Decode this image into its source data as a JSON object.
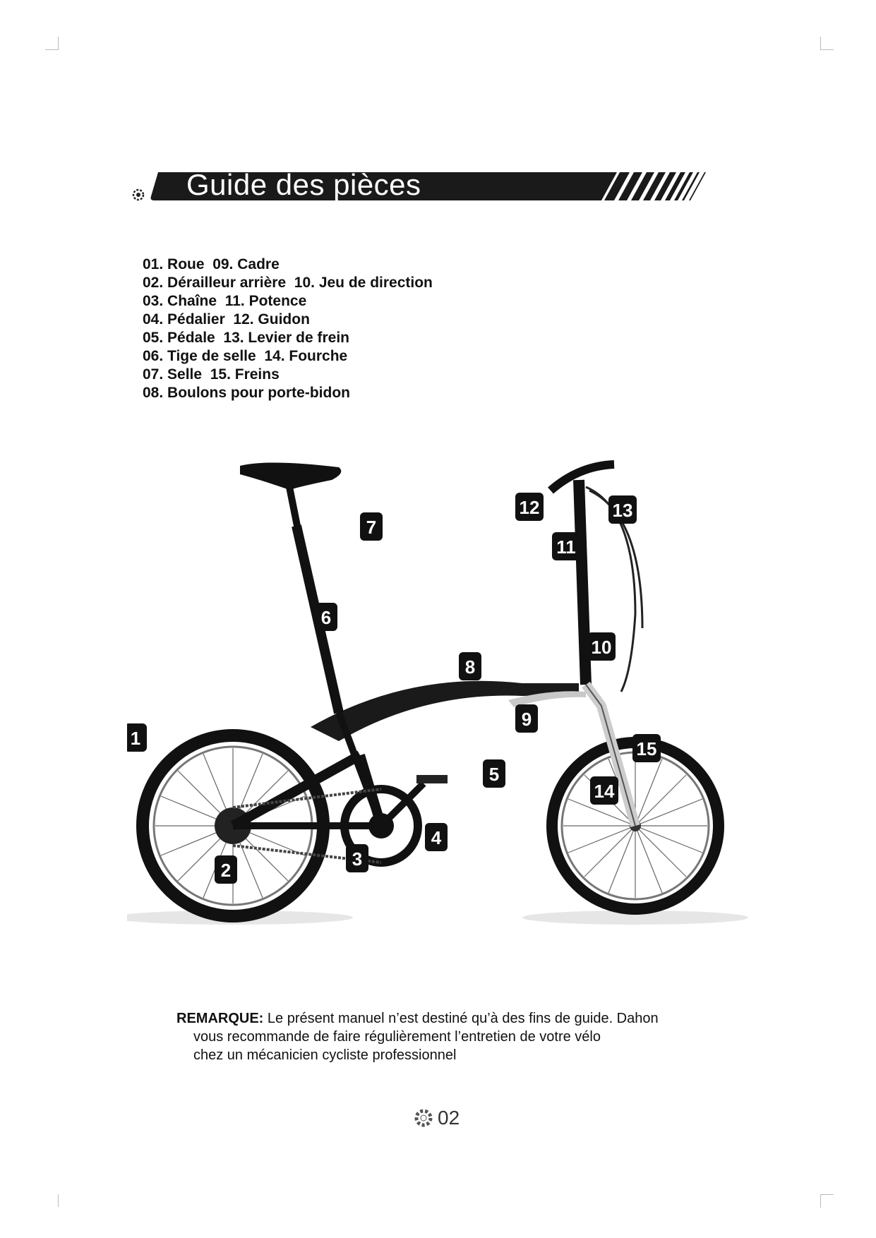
{
  "header": {
    "title": "Guide des pièces"
  },
  "parts_list": [
    "01. Roue  09. Cadre",
    "02. Dérailleur arrière  10. Jeu de direction",
    "03. Chaîne  11. Potence",
    "04. Pédalier  12. Guidon",
    "05. Pédale  13. Levier de frein",
    "06. Tige de selle  14. Fourche",
    "07. Selle  15. Freins",
    "08. Boulons pour porte-bidon"
  ],
  "callouts": [
    "1",
    "2",
    "3",
    "4",
    "5",
    "6",
    "7",
    "8",
    "9",
    "10",
    "11",
    "12",
    "13",
    "14",
    "15"
  ],
  "note": {
    "label": "REMARQUE:",
    "line1": "Le présent  manuel n’est destiné qu’à des fins de guide. Dahon",
    "line2": "vous recommande de faire régulièrement l’entretien de votre vélo",
    "line3": "chez un mécanicien cycliste professionnel"
  },
  "footer": {
    "page_number": "02"
  },
  "colors": {
    "banner": "#1a1a1a",
    "callout_bg": "#111111",
    "callout_text": "#ffffff"
  },
  "icons": [
    "gear-icon",
    "bicycle-illustration"
  ]
}
